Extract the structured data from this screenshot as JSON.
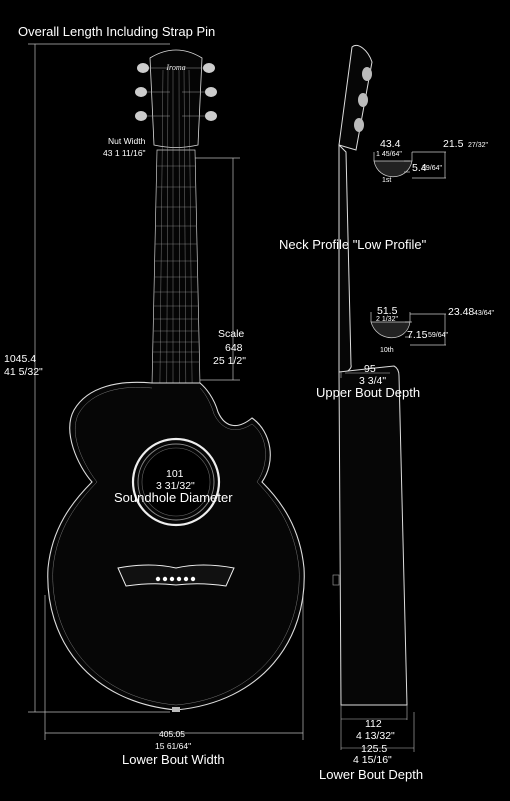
{
  "labels": {
    "overall_length_title": "Overall Length Including Strap Pin",
    "overall_mm": "1045.4",
    "overall_in": "41 5/32\"",
    "nut_width_title": "Nut Width",
    "nut_width_value": "43  1 11/16\"",
    "scale_title": "Scale",
    "scale_mm": "648",
    "scale_in": "25 1/2\"",
    "soundhole_mm": "101",
    "soundhole_in": "3 31/32\"",
    "soundhole_title": "Soundhole Diameter",
    "lower_bout_mm": "405.05",
    "lower_bout_in": "15 61/64\"",
    "lower_bout_title": "Lower Bout Width",
    "neck_profile_title": "Neck Profile \"Low Profile\"",
    "p1_width_mm": "43.4",
    "p1_width_in": "1 45/64\"",
    "p1_depth_mm": "21.5",
    "p1_depth_in": "27/32\"",
    "p1_thick_mm": "5.4",
    "p1_thick_in": "39/64\"",
    "p1_fret": "1st",
    "p2_width_mm": "51.5",
    "p2_width_in": "2 1/32\"",
    "p2_depth_mm": "23.48",
    "p2_depth_in": "43/64\"",
    "p2_thick_mm": "7.15",
    "p2_thick_in": "59/64\"",
    "p2_fret": "10th",
    "upper_depth_mm": "95",
    "upper_depth_in": "3 3/4\"",
    "upper_depth_title": "Upper Bout Depth",
    "lower_depth_a_mm": "112",
    "lower_depth_a_in": "4 13/32\"",
    "lower_depth_b_mm": "125.5",
    "lower_depth_b_in": "4 15/16\"",
    "lower_depth_title": "Lower Bout Depth"
  }
}
